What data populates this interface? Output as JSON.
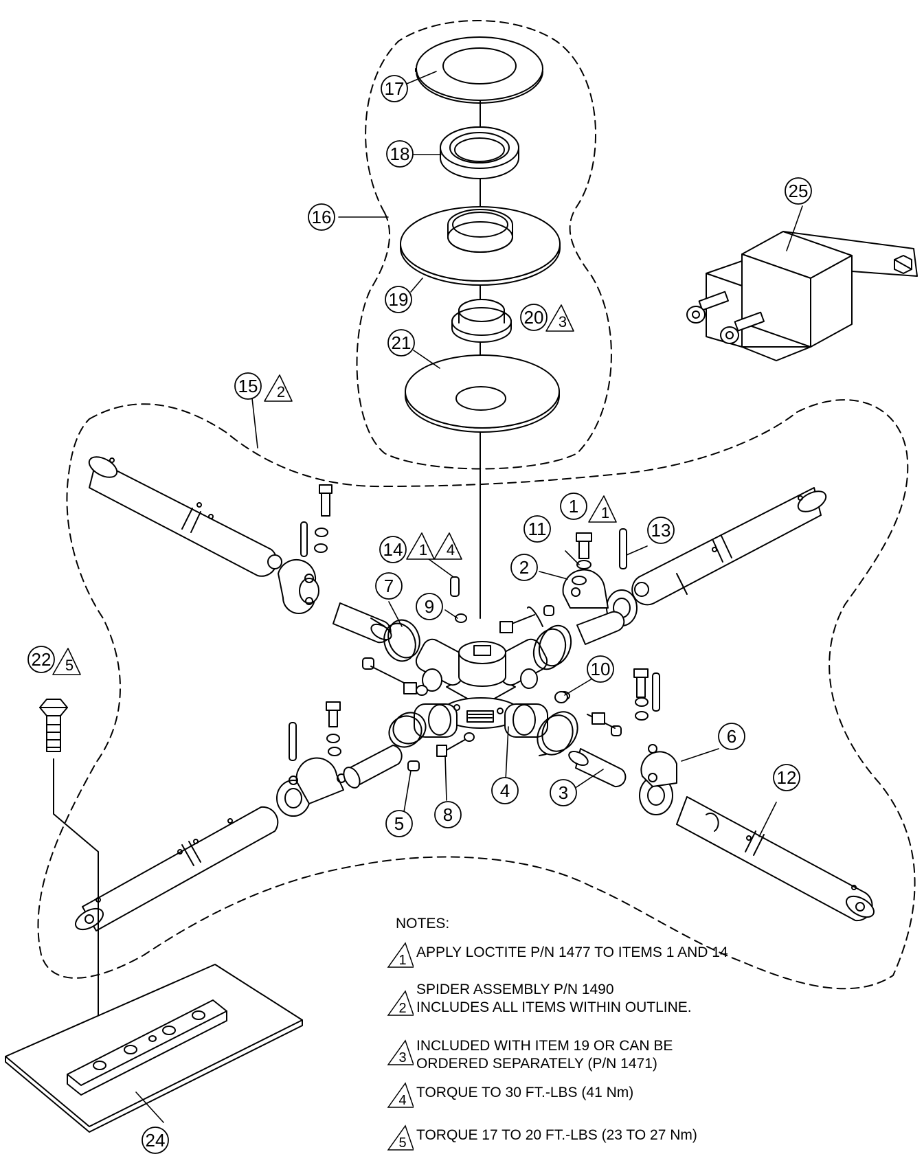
{
  "callouts": [
    {
      "id": "c1",
      "label": "1"
    },
    {
      "id": "c2",
      "label": "2"
    },
    {
      "id": "c3",
      "label": "3"
    },
    {
      "id": "c4",
      "label": "4"
    },
    {
      "id": "c5",
      "label": "5"
    },
    {
      "id": "c6",
      "label": "6"
    },
    {
      "id": "c7",
      "label": "7"
    },
    {
      "id": "c8",
      "label": "8"
    },
    {
      "id": "c9",
      "label": "9"
    },
    {
      "id": "c10",
      "label": "10"
    },
    {
      "id": "c11",
      "label": "11"
    },
    {
      "id": "c12",
      "label": "12"
    },
    {
      "id": "c13",
      "label": "13"
    },
    {
      "id": "c14",
      "label": "14"
    },
    {
      "id": "c15",
      "label": "15"
    },
    {
      "id": "c16",
      "label": "16"
    },
    {
      "id": "c17",
      "label": "17"
    },
    {
      "id": "c18",
      "label": "18"
    },
    {
      "id": "c19",
      "label": "19"
    },
    {
      "id": "c20",
      "label": "20"
    },
    {
      "id": "c21",
      "label": "21"
    },
    {
      "id": "c22",
      "label": "22"
    },
    {
      "id": "c24",
      "label": "24"
    },
    {
      "id": "c25",
      "label": "25"
    }
  ],
  "note_flags": [
    {
      "id": "f1",
      "label": "1"
    },
    {
      "id": "f1b",
      "label": "1"
    },
    {
      "id": "f2",
      "label": "2"
    },
    {
      "id": "f3",
      "label": "3"
    },
    {
      "id": "f4",
      "label": "4"
    },
    {
      "id": "f5",
      "label": "5"
    }
  ],
  "notes": {
    "title": "NOTES:",
    "items": [
      {
        "num": "1",
        "lines": [
          "APPLY LOCTITE  P/N 1477 TO ITEMS 1 AND 14"
        ]
      },
      {
        "num": "2",
        "lines": [
          "SPIDER ASSEMBLY P/N 1490",
          "INCLUDES ALL ITEMS WITHIN OUTLINE."
        ]
      },
      {
        "num": "3",
        "lines": [
          "INCLUDED WITH ITEM 19 OR CAN BE",
          "ORDERED SEPARATELY (P/N 1471)"
        ]
      },
      {
        "num": "4",
        "lines": [
          "TORQUE TO 30 FT.-LBS (41 Nm)"
        ]
      },
      {
        "num": "5",
        "lines": [
          "TORQUE 17 TO 20 FT.-LBS (23 TO 27 Nm)"
        ]
      }
    ]
  }
}
